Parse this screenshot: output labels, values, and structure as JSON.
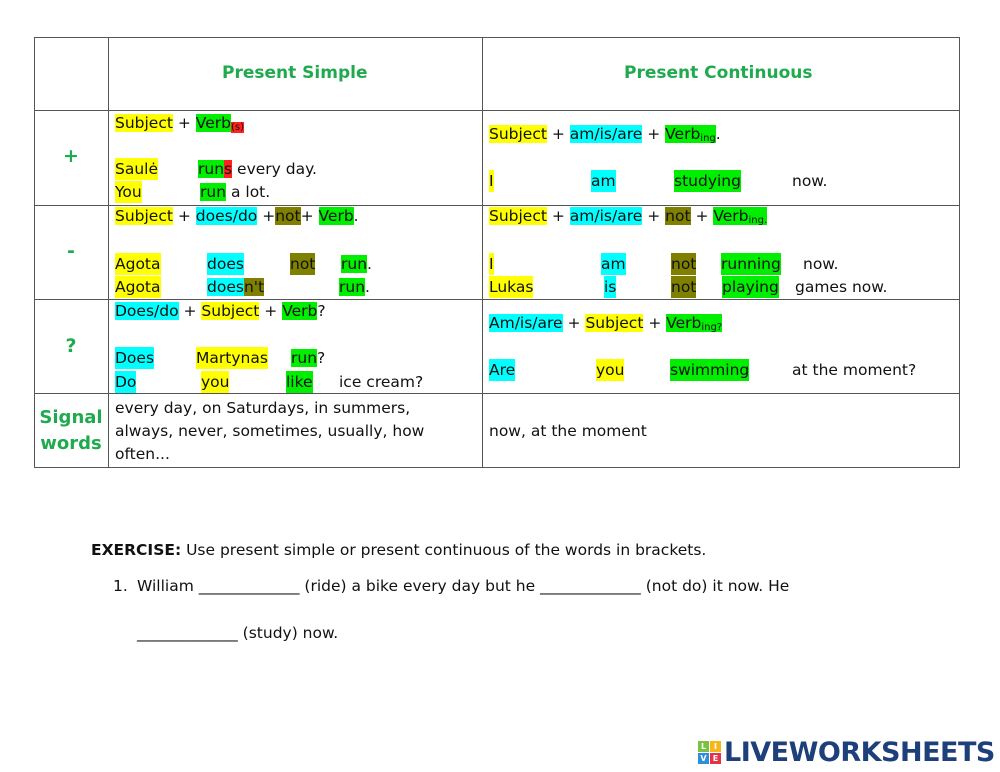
{
  "headers": {
    "ps": "Present Simple",
    "pc": "Present Continuous"
  },
  "rows": [
    {
      "symbol": "+",
      "ps": [
        [
          "Subject",
          " + ",
          "Verb",
          "(s)"
        ],
        [
          "Saulė",
          "run",
          "s",
          " every day."
        ],
        [
          "You",
          "run",
          " a lot."
        ]
      ],
      "pc": [
        [
          "Subject",
          " + ",
          "am/is/are",
          " + ",
          "Verb",
          "ing",
          "."
        ],
        [
          "I",
          "am",
          "studying",
          "now."
        ]
      ]
    },
    {
      "symbol": "-",
      "ps": [
        [
          "Subject",
          " + ",
          "does/do",
          " +",
          "not",
          "+ ",
          "Verb",
          "."
        ],
        [
          "Agota",
          "does",
          "not",
          "run",
          "."
        ],
        [
          "Agota",
          "does",
          "n't",
          "run",
          "."
        ]
      ],
      "pc": [
        [
          "Subject",
          " + ",
          "am/is/are",
          " + ",
          "not",
          " + ",
          "Verb",
          "ing."
        ],
        [
          "I",
          "am",
          "not",
          "running",
          "now."
        ],
        [
          "Lukas",
          "is",
          "not",
          "playing",
          "games now."
        ]
      ]
    },
    {
      "symbol": "?",
      "ps": [
        [
          "Does/do",
          " + ",
          "Subject",
          " + ",
          "Verb",
          "?"
        ],
        [
          "Does",
          "Martynas",
          "run",
          "?"
        ],
        [
          "Do",
          "you",
          "like",
          "ice cream?"
        ]
      ],
      "pc": [
        [
          "Am/is/are",
          " + ",
          "Subject",
          " + ",
          "Verb",
          "ing?"
        ],
        [
          "Are",
          "you",
          "swimming",
          "at the moment?"
        ]
      ]
    },
    {
      "symbol": "Signal words",
      "ps": [
        "every day, on Saturdays, in summers,",
        "always, never, sometimes, usually, how",
        "often..."
      ],
      "pc": [
        "now, at the moment"
      ]
    }
  ],
  "exercise": {
    "label": "EXERCISE:",
    "instruction": " Use present simple or present continuous of the words in brackets.",
    "number": "1.",
    "line1": "William _____________ (ride) a bike every day but he _____________ (not do) it now. He",
    "line2": "_____________ (study) now."
  },
  "logo": {
    "text": "LIVEWORKSHEETS",
    "tiles": [
      "L",
      "I",
      "V",
      "E"
    ]
  },
  "colors": {
    "subject": "#ffff00",
    "auxiliary": "#00ffff",
    "verb": "#00ee00",
    "not": "#808000",
    "ending": "#ff2020",
    "accent": "#1faa4e",
    "logo": "#1d3f7a"
  }
}
